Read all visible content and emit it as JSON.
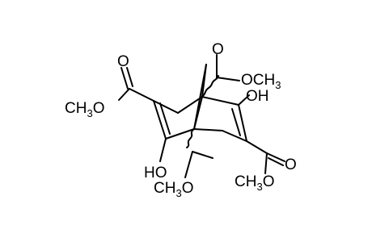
{
  "molecule": {
    "labels": {
      "ome_top_right": {
        "base": "O",
        "group": "CH",
        "sub": "3"
      },
      "oh_right": "OH",
      "o_carbonyl_top_left": "O",
      "ome_left": {
        "base": "CH",
        "sub": "3",
        "tail": "O"
      },
      "oh_bottom_left": "HO",
      "o_carbonyl_bottom_right": "O",
      "ome_bottom_center": {
        "base": "CH",
        "sub": "3",
        "tail": "O"
      },
      "ome_bottom_right": {
        "base": "CH",
        "sub": "3",
        "tail": "O"
      }
    }
  }
}
